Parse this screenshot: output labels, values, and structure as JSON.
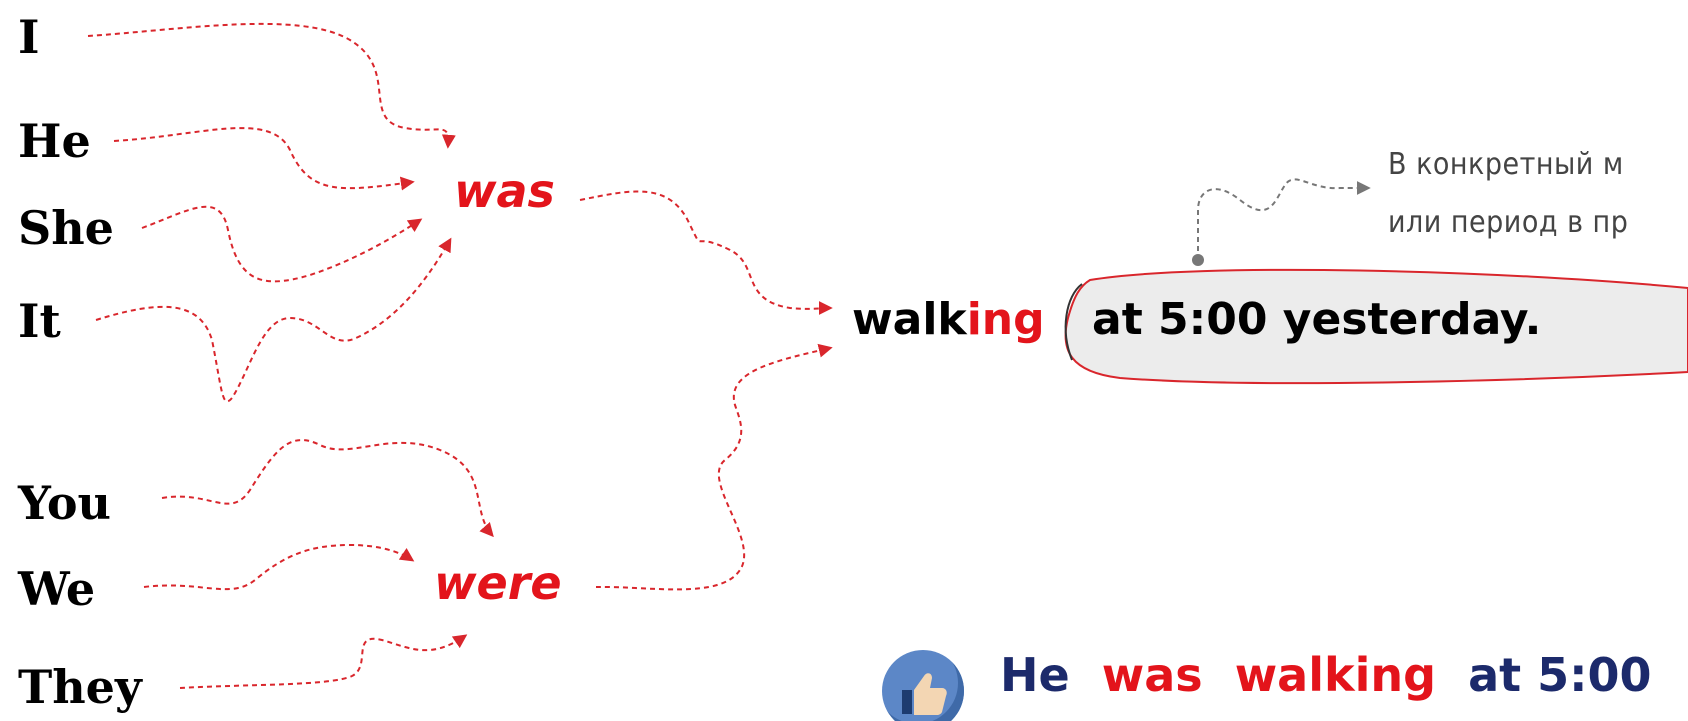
{
  "pronouns_singular": [
    "I",
    "He",
    "She",
    "It"
  ],
  "pronouns_plural": [
    "You",
    "We",
    "They"
  ],
  "aux": {
    "singular": "was",
    "plural": "were"
  },
  "main_verb": {
    "stem": "walk",
    "ending": "ing"
  },
  "time_phrase": "at 5:00 yesterday.",
  "note": {
    "line1": "В конкретный м",
    "line2": "или период в пр"
  },
  "example": {
    "subject": "He",
    "aux": "was",
    "verb": "walking",
    "rest": "at 5:00"
  },
  "colors": {
    "accent_red": "#e3141b",
    "arrow_red": "#d9262c",
    "example_blue": "#1c2a6b",
    "bubble_fill": "#ececec",
    "note_grey": "#444444",
    "icon_blue": "#5c87c7"
  },
  "icons": {
    "example_icon": "thumbs-up-icon"
  }
}
